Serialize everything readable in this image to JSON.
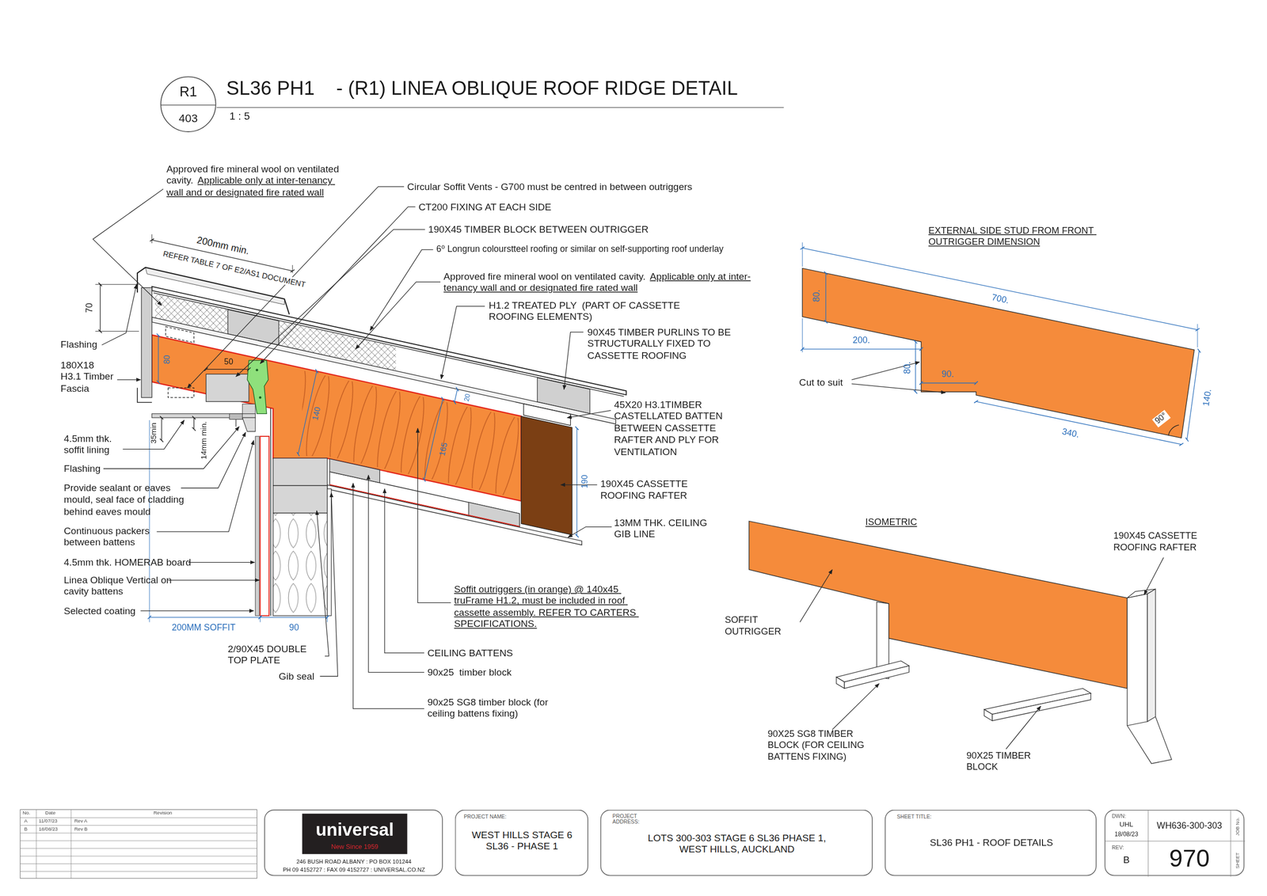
{
  "diagram": {
    "title": "SL36 PH1    - (R1) LINEA OBLIQUE ROOF RIDGE DETAIL",
    "nodes": [
      {
        "text": [
          "R1",
          "403"
        ]
      },
      {
        "text": [
          "246 BUSH ROAD ALBANY : PO BOX 101244",
          "PH 09 4152727 : FAX 09 4152727 : UNIVERSAL.CO.NZ"
        ]
      },
      {
        "text": [
          "universal",
          "New Since 1959"
        ],
        "in": 1
      },
      {
        "text": [
          "PROJECT NAME:",
          "WEST HILLS STAGE 6 SL36 - PHASE 1"
        ]
      },
      {
        "text": [
          "PROJECT ADDRESS:",
          "LOTS 300-303 STAGE 6 SL36 PHASE 1, WEST HILLS, AUCKLAND"
        ]
      },
      {
        "text": [
          "SHEET TITLE:",
          "SL36 PH1 - ROOF DETAILS"
        ]
      },
      {
        "text": [
          "DWN:",
          "UHL",
          "18/08/23",
          "REV:",
          "B",
          "WH636-300-303",
          "JOB No.",
          "970",
          "SHEET"
        ]
      }
    ],
    "labels": [
      "1 : 5",
      "Approved fire mineral wool on ventilated cavity.",
      "Applicable only at inter-tenancy wall and or designated fire rated wall",
      "Circular Soffit Vents - G700 must be centred in between outriggers",
      "CT200 FIXING AT EACH SIDE",
      "190X45 TIMBER BLOCK BETWEEN OUTRIGGER",
      "6⁰ Longrun colourstteel roofing or similar on self-supporting roof underlay",
      "Approved fire mineral wool on ventilated cavity.",
      "Applicable only at inter-tenancy wall and or designated fire rated wall",
      "H1.2 TREATED PLY  (PART OF CASSETTE ROOFING ELEMENTS)",
      "90X45 TIMBER PURLINS TO BE STRUCTURALLY FIXED TO CASSETTE ROOFING",
      "45X20 H3.1TIMBER CASTELLATED BATTEN BETWEEN CASSETTE RAFTER AND PLY FOR VENTILATION",
      "190X45 CASSETTE ROOFING RAFTER",
      "13MM THK. CEILING GIB LINE",
      "Soffit outriggers (in orange) @ 140x45 truFrame H1.2, must be included in roof cassette assembly. REFER TO CARTERS SPECIFICATIONS.",
      "CEILING BATTENS",
      "90x25  timber block",
      "90x25 SG8 timber block (for ceiling battens fixing)",
      "Gib seal",
      "2/90X45 DOUBLE TOP PLATE",
      "200MM SOFFIT",
      "90",
      "Flashing",
      "180X18 H3.1 Timber Fascia",
      "4.5mm thk. soffit lining",
      "Flashing",
      "Provide sealant or eaves mould, seal face of cladding behind eaves mould",
      "Continuous packers between battens",
      "4.5mm thk. HOMERAB board",
      "Linea Oblique Vertical on cavity battens",
      "Selected coating",
      "70",
      "200mm min.",
      "REFER TABLE 7 OF E2/AS1 DOCUMENT",
      "80",
      "50",
      "35min",
      "14mm min.",
      "140",
      "20",
      "165",
      "190",
      "EXTERNAL SIDE STUD FROM FRONT OUTRIGGER DIMENSION",
      "700.",
      "80.",
      "200.",
      "80.",
      "90.",
      "340.",
      "140.",
      "90°",
      "Cut to suit",
      "ISOMETRIC",
      "190X45 CASSETTE ROOFING RAFTER",
      "SOFFIT OUTRIGGER",
      "90X25 SG8 TIMBER BLOCK (FOR CEILING BATTENS FIXING)",
      "90X25 TIMBER BLOCK",
      "No.",
      "Date",
      "Revision",
      "A",
      "11/07/23",
      "Rev A",
      "B",
      "18/08/23",
      "Rev B"
    ]
  }
}
